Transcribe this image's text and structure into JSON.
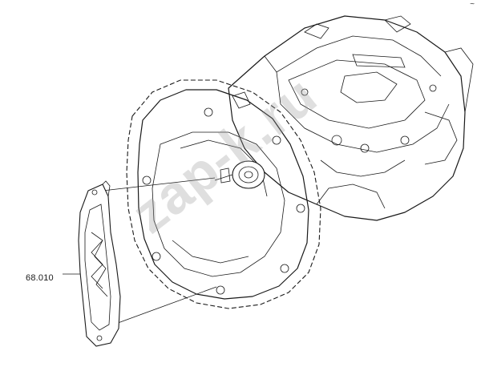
{
  "part_number": "68.010",
  "corner_mark": "~",
  "watermark": "zap-k.ru",
  "drawing": {
    "subject-icon": "gearbox-exploded-view",
    "component-icon": "clutch-housing-cover-plate"
  }
}
